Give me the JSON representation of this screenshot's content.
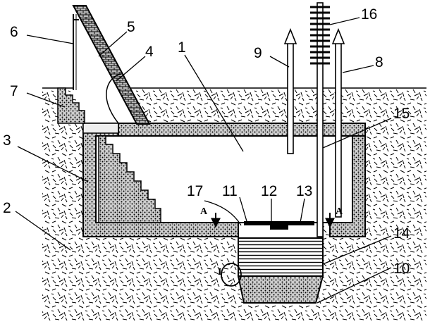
{
  "colors": {
    "ink": "#000000",
    "paper": "#ffffff",
    "soil": "#ffffff"
  },
  "labels": {
    "l1": "1",
    "l2": "2",
    "l3": "3",
    "l4": "4",
    "l5": "5",
    "l6": "6",
    "l7": "7",
    "l8": "8",
    "l9": "9",
    "l10": "10",
    "l11": "11",
    "l12": "12",
    "l13": "13",
    "l14": "14",
    "l15": "15",
    "l16": "16",
    "l17": "17",
    "sectionLeft": "A",
    "sectionRight": "A",
    "detail": "I"
  }
}
